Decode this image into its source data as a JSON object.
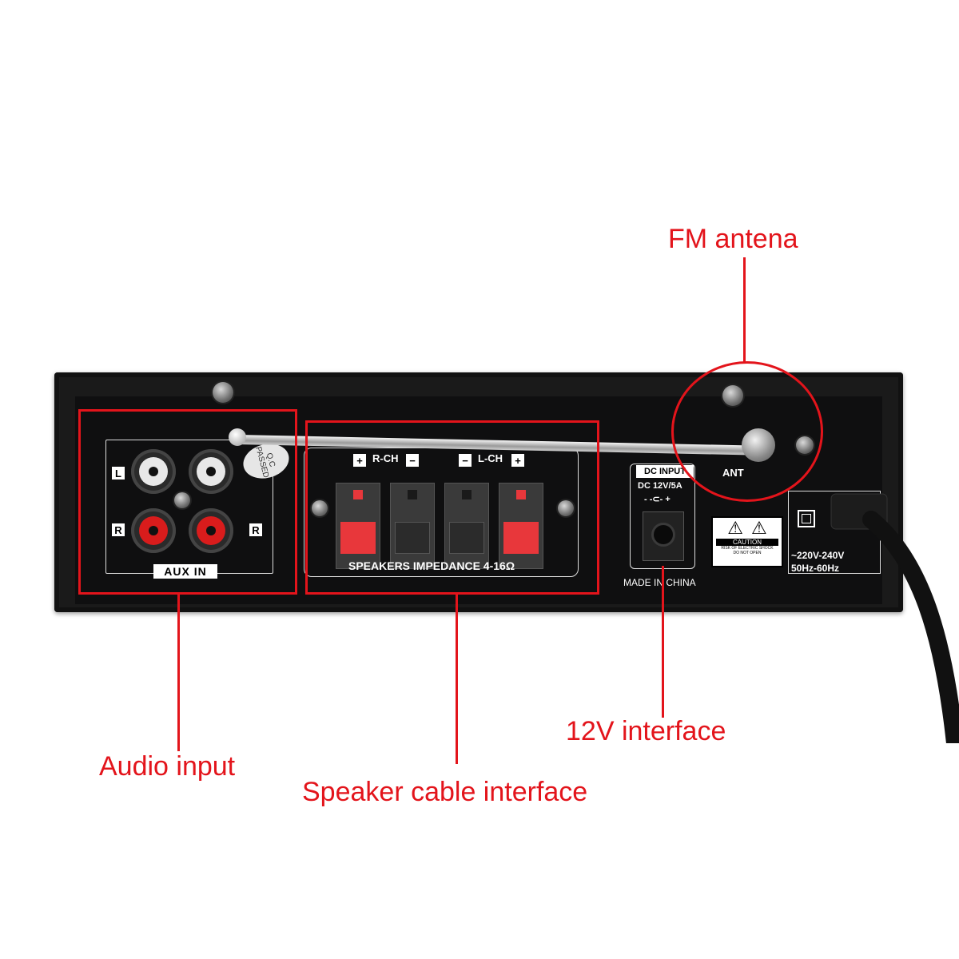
{
  "labels": {
    "fm_antenna": "FM antena",
    "audio_input": "Audio input",
    "speaker_cable_interface": "Speaker cable interface",
    "interface_12v": "12V interface"
  },
  "panel": {
    "aux_in": "AUX IN",
    "left_label": "L",
    "right_label": "R",
    "rch": "R-CH",
    "lch": "L-CH",
    "plus": "+",
    "minus": "−",
    "speakers_impedance": "SPEAKERS IMPEDANCE 4-16Ω",
    "ant": "ANT",
    "dc_input": "DC INPUT",
    "dc_rating": "DC 12V/5A",
    "dc_polarity": "- -⊂- +",
    "made_in": "MADE IN CHINA",
    "caution": "CAUTION",
    "caution_line1": "RISK OF ELECTRIC SHOCK",
    "caution_line2": "DO NOT OPEN",
    "voltage": "~220V-240V",
    "frequency": "50Hz-60Hz",
    "qc_line1": "Q.C",
    "qc_line2": "PASSED"
  },
  "icons": [
    "screw-icon",
    "rca-jack-icon",
    "speaker-terminal-icon",
    "antenna-icon",
    "warning-triangle-icon",
    "double-insulation-icon",
    "power-cable-icon",
    "dc-jack-icon"
  ],
  "colors": {
    "annotation_red": "#e3141b",
    "device_body": "#1a1a1a",
    "terminal_red": "#e8373b",
    "terminal_black": "#2b2b2b"
  }
}
